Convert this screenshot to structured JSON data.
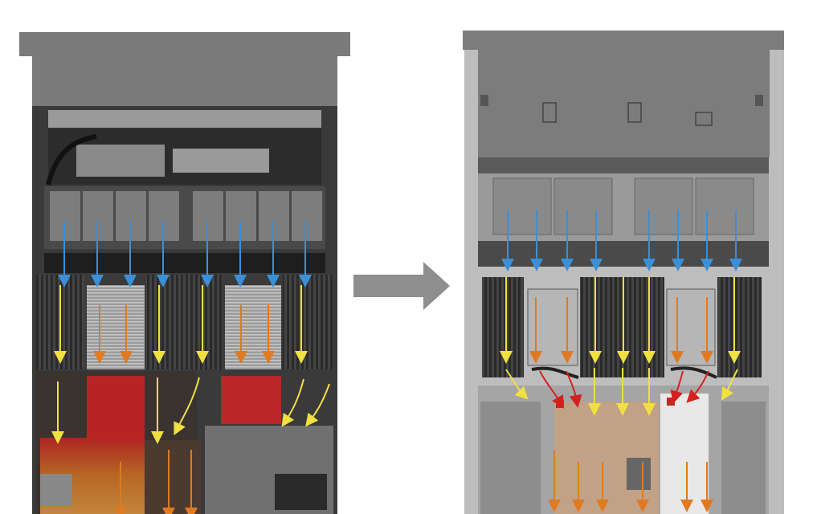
{
  "image": {
    "panels": [
      {
        "id": "left",
        "subject": "server-chassis-before",
        "fan_count": 8,
        "heatsink_count": 2
      },
      {
        "id": "right",
        "subject": "server-chassis-after",
        "fan_count": 8,
        "liquid_cold_plate_count": 2
      }
    ],
    "colors": {
      "background": "#ffffff",
      "chassis_gray": "#6f6f6f",
      "dark_chassis": "#3a3a3a",
      "light_chassis": "#a9a9a9",
      "cool_airflow": "#3b8fd6",
      "warm_airflow": "#f0e040",
      "hot_airflow": "#e07a20",
      "very_hot": "#d62020",
      "transition_arrow": "#8e8e8e"
    },
    "transition_arrow_icon": "arrow-right-icon",
    "airflow_arrow_icon": "arrow-down-icon"
  }
}
